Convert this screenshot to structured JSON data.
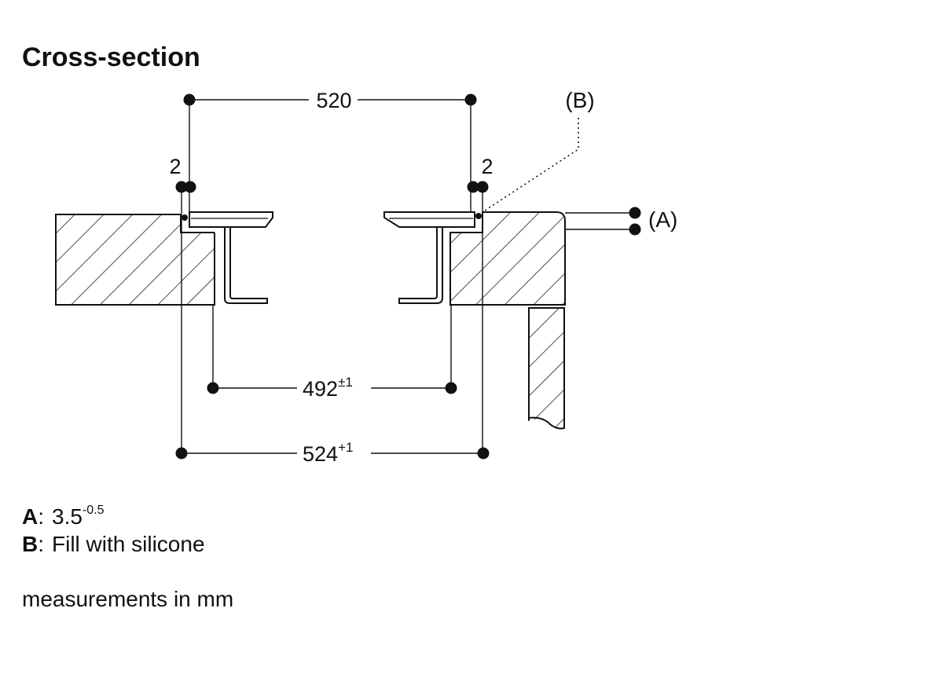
{
  "title": "Cross-section",
  "dimensions": {
    "top_width": "520",
    "gap_left": "2",
    "gap_right": "2",
    "inner_cutout": "492",
    "inner_cutout_tol": "±1",
    "outer_cutout": "524",
    "outer_cutout_tol": "+1"
  },
  "callouts": {
    "a": "(A)",
    "b": "(B)"
  },
  "legend": {
    "a_key": "A",
    "a_sep": ":",
    "a_value": "3.5",
    "a_tol": "-0.5",
    "b_key": "B",
    "b_sep": ":",
    "b_value": "Fill with silicone"
  },
  "note": "measurements in mm",
  "colors": {
    "ink": "#111111",
    "background": "#ffffff"
  }
}
